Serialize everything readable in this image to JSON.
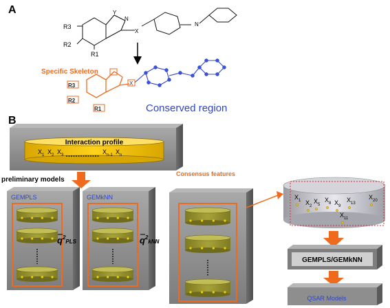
{
  "panel_a": {
    "label": "A",
    "substituents": [
      "R3",
      "R2",
      "R1"
    ],
    "specific_skeleton": "Specific Skeleton",
    "conserved_region": "Conserved region",
    "skeleton_atoms": {
      "y": "Y",
      "n": "N",
      "x": "X"
    }
  },
  "panel_b": {
    "label": "B",
    "interaction_profile": {
      "title": "Interaction profile",
      "x1": "X",
      "x1sub": "1",
      "x2": "X",
      "x2sub": "2",
      "x3": "X",
      "x3sub": "3",
      "xn1": "X",
      "xn1sub": "n-1",
      "xn": "X",
      "xnsub": "n"
    },
    "preliminary_models": "preliminary models",
    "consensus_features": "Consensus features",
    "gempls": {
      "title": "GEMPLS",
      "q2": "q",
      "q2sup": "2",
      "q2sub": "PLS"
    },
    "gemknn": {
      "title": "GEMkNN",
      "q2": "q",
      "q2sup": "2",
      "q2sub": "kNN"
    },
    "final_model_box": "GEMPLS/GEMkNN",
    "qsar_models": "QSAR Models",
    "consensus_features_set": [
      {
        "label": "X",
        "sub": "1"
      },
      {
        "label": "X",
        "sub": "2"
      },
      {
        "label": "X",
        "sub": "5"
      },
      {
        "label": "X",
        "sub": "8"
      },
      {
        "label": "X",
        "sub": "9"
      },
      {
        "label": "X",
        "sub": "13"
      },
      {
        "label": "X",
        "sub": "20"
      },
      {
        "label": "X",
        "sub": "11"
      }
    ]
  },
  "colors": {
    "orange": "#f06a1d",
    "blue_text": "#2e45c8",
    "olive": "#8f8c2c",
    "olive_top": "#b9b545",
    "yellow": "#f5c400",
    "gray_box": "#8c8c8c"
  }
}
